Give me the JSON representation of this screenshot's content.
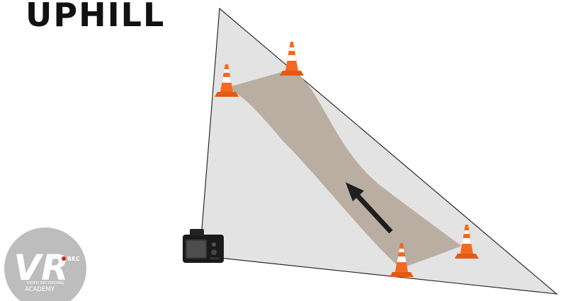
{
  "title": "UPHILL",
  "colors": {
    "plane": "#e3e3e3",
    "plane_stroke": "#2b2b2b",
    "path": "#b5a99b",
    "cone": "#f26a21",
    "cone_stripe": "#ffffff",
    "arrow": "#1e1e1e",
    "camera": "#1a1a1a",
    "logo": "#bdbdbd",
    "rec_dot": "#e0201b"
  },
  "icons": {
    "cone": "traffic-cone-icon",
    "camera": "dslr-camera-icon",
    "arrow": "direction-arrow-icon"
  },
  "logo": {
    "monogram": "VR",
    "rec": "REC",
    "line1": "VIDEO RECORDING",
    "line2": "ACADEMY"
  }
}
